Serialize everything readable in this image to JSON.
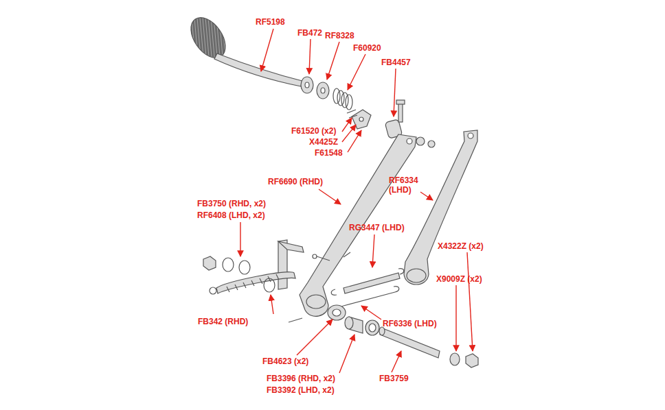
{
  "diagram": {
    "labels": [
      "RF5198",
      "FB472",
      "RF8328",
      "F60920",
      "FB4457",
      "F61520 (x2)",
      "X4425Z",
      "F61548",
      "RF6690 (RHD)",
      "RF6334 (LHD)",
      "FB3750 (RHD, x2)",
      "RF6408 (LHD, x2)",
      "RG3447 (LHD)",
      "X4322Z (x2)",
      "X9009Z (x2)",
      "FB342 (RHD)",
      "RF6336 (LHD)",
      "FB4623 (x2)",
      "FB3396 (RHD, x2)",
      "FB3392 (LHD, x2)",
      "FB3759"
    ]
  }
}
